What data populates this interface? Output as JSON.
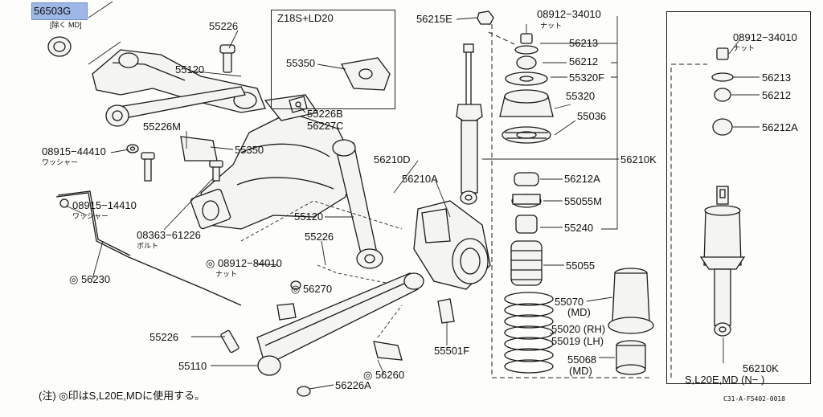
{
  "highlight": {
    "part": "56503G"
  },
  "labels": {
    "note_md": "[除く MD]",
    "p55226_a": "55226",
    "p55120_top": "55120",
    "box_title": "Z18S+LD20",
    "p55350_box": "55350",
    "p55226B": "55226B",
    "p56227C": "56227C",
    "p56226M": "55226M",
    "p08915_44410": "08915−44410",
    "washer_1": "ワッシャー",
    "p55350_main": "55350",
    "p56210D": "56210D",
    "p56210A": "56210A",
    "p08915_14410": "08915−14410",
    "washer_2": "ワッシャー",
    "p08363_61226": "08363−61226",
    "bolt": "ボルト",
    "p55120_mid": "55120",
    "p55226_b": "55226",
    "p56230": "◎ 56230",
    "p08912_84010": "◎ 08912−84010",
    "nut_1": "ナット",
    "p56270": "◎ 56270",
    "p55226_c": "55226",
    "p55110": "55110",
    "p56260": "◎ 56260",
    "p56226A": "56226A",
    "p55501F": "55501F",
    "p56215E": "56215E",
    "p08912_34010": "08912−34010",
    "nut_2": "ナット",
    "p56213": "56213",
    "p56212": "56212",
    "p55320F": "55320F",
    "p55320": "55320",
    "p55036": "55036",
    "p56210K": "56210K",
    "p56212A": "56212A",
    "p55055M": "55055M",
    "p55240": "55240",
    "p55055": "55055",
    "p55070": "55070",
    "p55070_md": "(MD)",
    "p55020": "55020 (RH)",
    "p55019": "55019 (LH)",
    "p55068": "55068",
    "p55068_md": "(MD)",
    "r08912_34010": "08912−34010",
    "r_nut": "ナット",
    "r56213": "56213",
    "r56212": "56212",
    "r56212A": "56212A",
    "r56210K": "56210K",
    "r56210K_note": "S,L20E,MD (N−        )",
    "footnote": "(注) ◎印はS,L20E,MDに使用する。",
    "figure_code": "C31-A-F5402-0018"
  }
}
